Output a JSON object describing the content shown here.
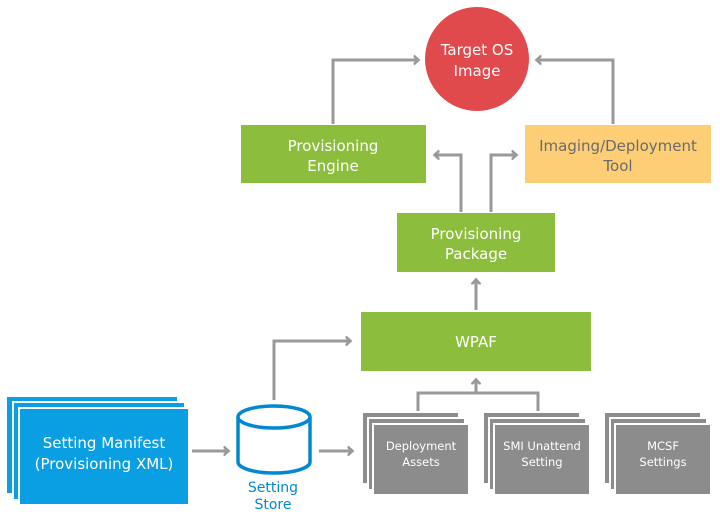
{
  "colors": {
    "green": "#8dbd3c",
    "red": "#e04a4d",
    "yellow": "#fdce76",
    "blue": "#0a9ee3",
    "blue_dark": "#0288d1",
    "gray": "#8c8c8c",
    "gray_border": "#9c9c9c",
    "arrow": "#999999",
    "white": "#ffffff"
  },
  "nodes": {
    "target_os": {
      "line1": "Target OS",
      "line2": "Image"
    },
    "provisioning_engine": {
      "line1": "Provisioning",
      "line2": "Engine"
    },
    "imaging_tool": {
      "line1": "Imaging/Deployment",
      "line2": "Tool"
    },
    "provisioning_package": {
      "line1": "Provisioning",
      "line2": "Package"
    },
    "wpaf": {
      "label": "WPAF"
    },
    "setting_manifest": {
      "line1": "Setting Manifest",
      "line2": "(Provisioning XML)"
    },
    "setting_store": {
      "line1": "Setting",
      "line2": "Store"
    },
    "deployment_assets": {
      "line1": "Deployment",
      "line2": "Assets"
    },
    "smi_unattend": {
      "line1": "SMI Unattend",
      "line2": "Setting"
    },
    "mcsf_settings": {
      "line1": "MCSF",
      "line2": "Settings"
    }
  }
}
